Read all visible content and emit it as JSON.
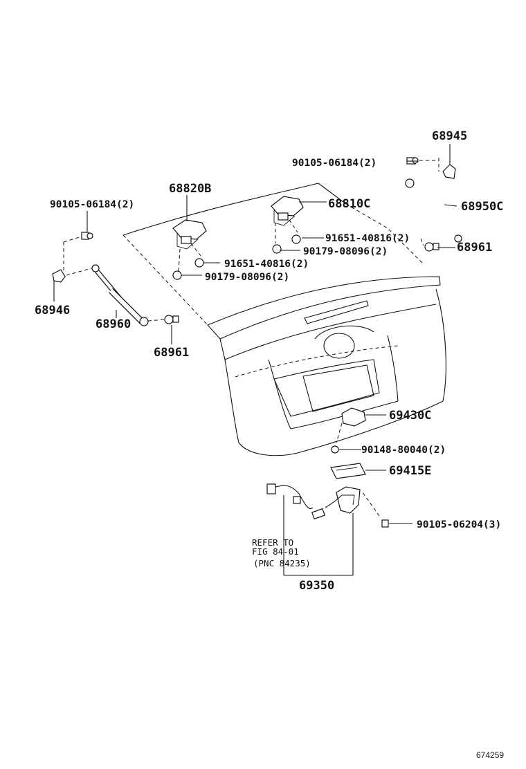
{
  "parts": {
    "p68945": "68945",
    "p90105_06184_right": "90105-06184(2)",
    "p68950C": "68950C",
    "p68961_right": "68961",
    "p68820B": "68820B",
    "p68810C": "68810C",
    "p90105_06184_left": "90105-06184(2)",
    "p91651_40816_center": "91651-40816(2)",
    "p90179_08096_center": "90179-08096(2)",
    "p91651_40816_left": "91651-40816(2)",
    "p90179_08096_left": "90179-08096(2)",
    "p68946": "68946",
    "p68960": "68960",
    "p68961_left": "68961",
    "p69430C": "69430C",
    "p90148_80040": "90148-80040(2)",
    "p69415E": "69415E",
    "p90105_06204": "90105-06204(3)",
    "p69350": "69350"
  },
  "refer": {
    "line1": "REFER TO",
    "line2": "FIG 84-01",
    "line3": "(PNC 84235)"
  },
  "figure_number": "674259"
}
